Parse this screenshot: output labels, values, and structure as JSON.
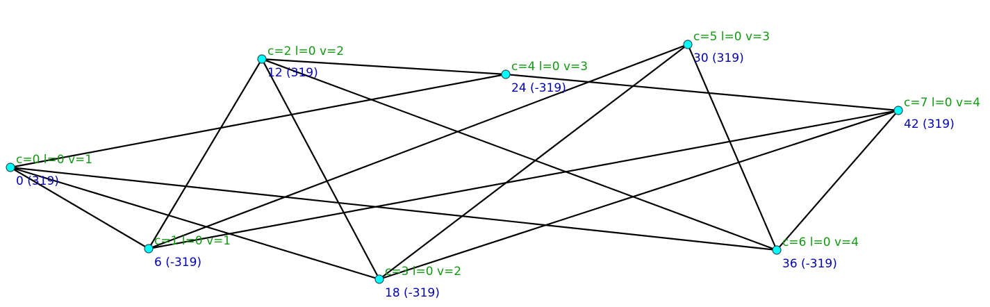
{
  "graph": {
    "colors": {
      "node_fill": "#00ffff",
      "edge": "#000000",
      "label_primary": "#119911",
      "label_secondary": "#0000bb",
      "background": "#ffffff"
    },
    "nodes": [
      {
        "id": "n0",
        "label": "c=0 l=0 v=1",
        "sublabel": "0 (319)"
      },
      {
        "id": "n1",
        "label": "c=1 l=0 v=1",
        "sublabel": "6 (-319)"
      },
      {
        "id": "n2",
        "label": "c=2 l=0 v=2",
        "sublabel": "12 (319)"
      },
      {
        "id": "n3",
        "label": "c=3 l=0 v=2",
        "sublabel": "18 (-319)"
      },
      {
        "id": "n4",
        "label": "c=4 l=0 v=3",
        "sublabel": "24 (-319)"
      },
      {
        "id": "n5",
        "label": "c=5 l=0 v=3",
        "sublabel": "30 (319)"
      },
      {
        "id": "n6",
        "label": "c=6 l=0 v=4",
        "sublabel": "36 (-319)"
      },
      {
        "id": "n7",
        "label": "c=7 l=0 v=4",
        "sublabel": "42 (319)"
      }
    ],
    "edges": [
      [
        "n0",
        "n1"
      ],
      [
        "n0",
        "n3"
      ],
      [
        "n0",
        "n4"
      ],
      [
        "n0",
        "n6"
      ],
      [
        "n1",
        "n2"
      ],
      [
        "n1",
        "n5"
      ],
      [
        "n1",
        "n7"
      ],
      [
        "n2",
        "n3"
      ],
      [
        "n2",
        "n4"
      ],
      [
        "n2",
        "n6"
      ],
      [
        "n3",
        "n5"
      ],
      [
        "n3",
        "n7"
      ],
      [
        "n4",
        "n7"
      ],
      [
        "n5",
        "n6"
      ],
      [
        "n6",
        "n7"
      ]
    ]
  }
}
